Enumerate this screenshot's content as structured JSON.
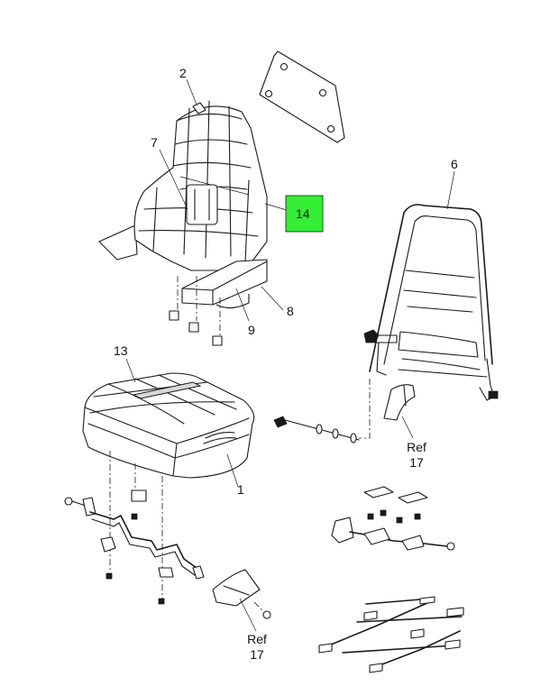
{
  "colors": {
    "highlight": "#33ee33",
    "line": "#1a1a1a",
    "background": "#ffffff"
  },
  "callouts": [
    {
      "id": "2",
      "text": "2"
    },
    {
      "id": "7",
      "text": "7"
    },
    {
      "id": "14",
      "text": "14"
    },
    {
      "id": "6",
      "text": "6"
    },
    {
      "id": "8",
      "text": "8"
    },
    {
      "id": "9",
      "text": "9"
    },
    {
      "id": "13",
      "text": "13"
    },
    {
      "id": "1",
      "text": "1"
    }
  ],
  "references": [
    {
      "line1": "Ref",
      "line2": "17"
    },
    {
      "line1": "Ref",
      "line2": "17"
    }
  ]
}
